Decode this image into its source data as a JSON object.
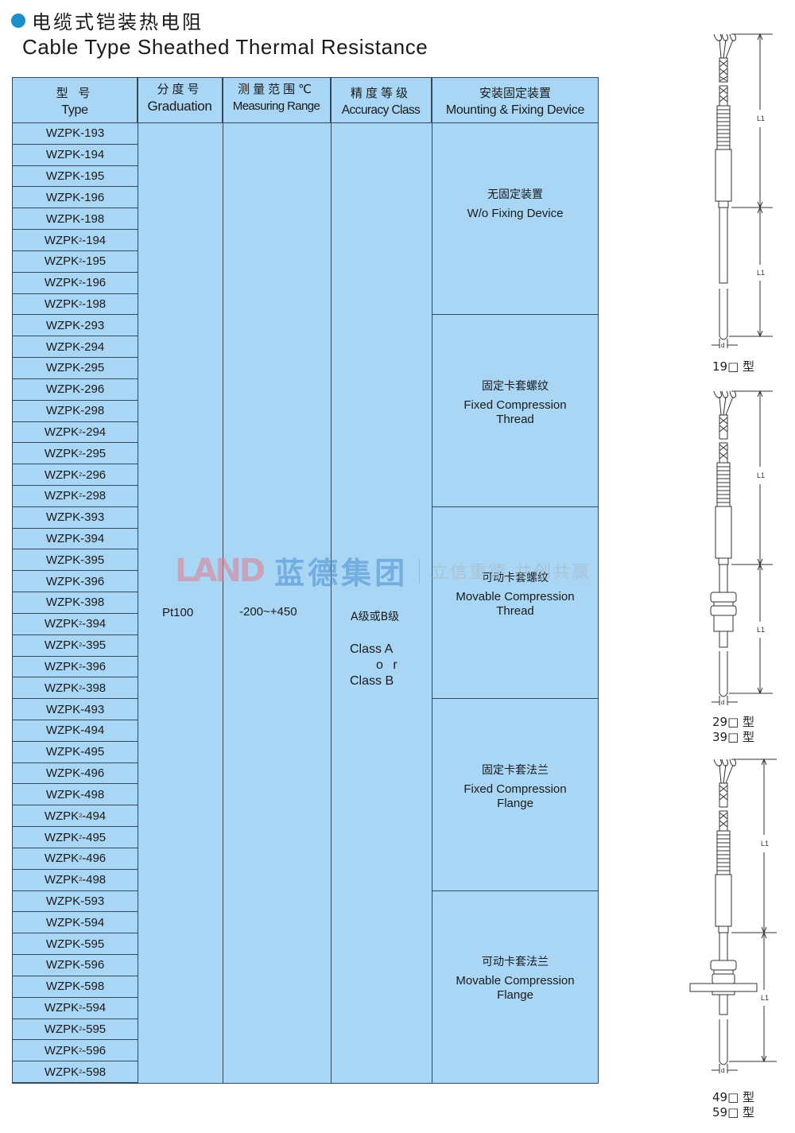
{
  "title": {
    "cn": "电缆式铠装热电阻",
    "en": "Cable Type Sheathed Thermal Resistance",
    "bullet_color": "#1a8fc8"
  },
  "table": {
    "background": "#a9d6f5",
    "headers": [
      {
        "cn": "型  号",
        "en": "Type"
      },
      {
        "cn": "分度号",
        "en": "Graduation"
      },
      {
        "cn": "测量范围℃",
        "en": "Measuring Range"
      },
      {
        "cn": "精度等级",
        "en": "Accuracy Class"
      },
      {
        "cn": "安装固定装置",
        "en": "Mounting & Fixing Device"
      }
    ],
    "types": [
      {
        "pre": "WZPK",
        "sub": "",
        "num": "-193"
      },
      {
        "pre": "WZPK",
        "sub": "",
        "num": "-194"
      },
      {
        "pre": "WZPK",
        "sub": "",
        "num": "-195"
      },
      {
        "pre": "WZPK",
        "sub": "",
        "num": "-196"
      },
      {
        "pre": "WZPK",
        "sub": "",
        "num": "-198"
      },
      {
        "pre": "WZPK",
        "sub": "2",
        "num": "-194"
      },
      {
        "pre": "WZPK",
        "sub": "2",
        "num": "-195"
      },
      {
        "pre": "WZPK",
        "sub": "2",
        "num": "-196"
      },
      {
        "pre": "WZPK",
        "sub": "2",
        "num": "-198"
      },
      {
        "pre": "WZPK",
        "sub": "",
        "num": "-293"
      },
      {
        "pre": "WZPK",
        "sub": "",
        "num": "-294"
      },
      {
        "pre": "WZPK",
        "sub": "",
        "num": "-295"
      },
      {
        "pre": "WZPK",
        "sub": "",
        "num": "-296"
      },
      {
        "pre": "WZPK",
        "sub": "",
        "num": "-298"
      },
      {
        "pre": "WZPK",
        "sub": "2",
        "num": "-294"
      },
      {
        "pre": "WZPK",
        "sub": "2",
        "num": "-295"
      },
      {
        "pre": "WZPK",
        "sub": "2",
        "num": "-296"
      },
      {
        "pre": "WZPK",
        "sub": "2",
        "num": "-298"
      },
      {
        "pre": "WZPK",
        "sub": "",
        "num": "-393"
      },
      {
        "pre": "WZPK",
        "sub": "",
        "num": "-394"
      },
      {
        "pre": "WZPK",
        "sub": "",
        "num": "-395"
      },
      {
        "pre": "WZPK",
        "sub": "",
        "num": "-396"
      },
      {
        "pre": "WZPK",
        "sub": "",
        "num": "-398"
      },
      {
        "pre": "WZPK",
        "sub": "2",
        "num": "-394"
      },
      {
        "pre": "WZPK",
        "sub": "2",
        "num": "-395"
      },
      {
        "pre": "WZPK",
        "sub": "2",
        "num": "-396"
      },
      {
        "pre": "WZPK",
        "sub": "2",
        "num": "-398"
      },
      {
        "pre": "WZPK",
        "sub": "",
        "num": "-493"
      },
      {
        "pre": "WZPK",
        "sub": "",
        "num": "-494"
      },
      {
        "pre": "WZPK",
        "sub": "",
        "num": "-495"
      },
      {
        "pre": "WZPK",
        "sub": "",
        "num": "-496"
      },
      {
        "pre": "WZPK",
        "sub": "",
        "num": "-498"
      },
      {
        "pre": "WZPK",
        "sub": "2",
        "num": "-494"
      },
      {
        "pre": "WZPK",
        "sub": "2",
        "num": "-495"
      },
      {
        "pre": "WZPK",
        "sub": "2",
        "num": "-496"
      },
      {
        "pre": "WZPK",
        "sub": "2",
        "num": "-498"
      },
      {
        "pre": "WZPK",
        "sub": "",
        "num": "-593"
      },
      {
        "pre": "WZPK",
        "sub": "",
        "num": "-594"
      },
      {
        "pre": "WZPK",
        "sub": "",
        "num": "-595"
      },
      {
        "pre": "WZPK",
        "sub": "",
        "num": "-596"
      },
      {
        "pre": "WZPK",
        "sub": "",
        "num": "-598"
      },
      {
        "pre": "WZPK",
        "sub": "2",
        "num": "-594"
      },
      {
        "pre": "WZPK",
        "sub": "2",
        "num": "-595"
      },
      {
        "pre": "WZPK",
        "sub": "2",
        "num": "-596"
      },
      {
        "pre": "WZPK",
        "sub": "2",
        "num": "-598"
      }
    ],
    "graduation": "Pt100",
    "measuring_range": "-200~+450",
    "accuracy": {
      "cn": "A级或B级",
      "en_line1": "Class A",
      "en_line2": "o r",
      "en_line3": "Class B"
    },
    "mounting": [
      {
        "cn": "无固定装置",
        "en1": "W/o Fixing Device",
        "en2": ""
      },
      {
        "cn": "固定卡套螺纹",
        "en1": "Fixed Compression",
        "en2": "Thread"
      },
      {
        "cn": "可动卡套螺纹",
        "en1": "Movable Compression",
        "en2": "Thread"
      },
      {
        "cn": "固定卡套法兰",
        "en1": "Fixed Compression",
        "en2": "Flange"
      },
      {
        "cn": "可动卡套法兰",
        "en1": "Movable Compression",
        "en2": "Flange"
      }
    ]
  },
  "watermark": {
    "logo": "LAND",
    "cn": "蓝德集团",
    "slogan": "立信重德 共创共赢"
  },
  "drawings": [
    {
      "labels": [
        "19□ 型"
      ],
      "dim_label": "L1",
      "dia_label": "d"
    },
    {
      "labels": [
        "29□ 型",
        "39□ 型"
      ],
      "dim_label": "L1",
      "dia_label": "d"
    },
    {
      "labels": [
        "49□ 型",
        "59□ 型"
      ],
      "dim_label": "L1",
      "dia_label": "d"
    }
  ]
}
